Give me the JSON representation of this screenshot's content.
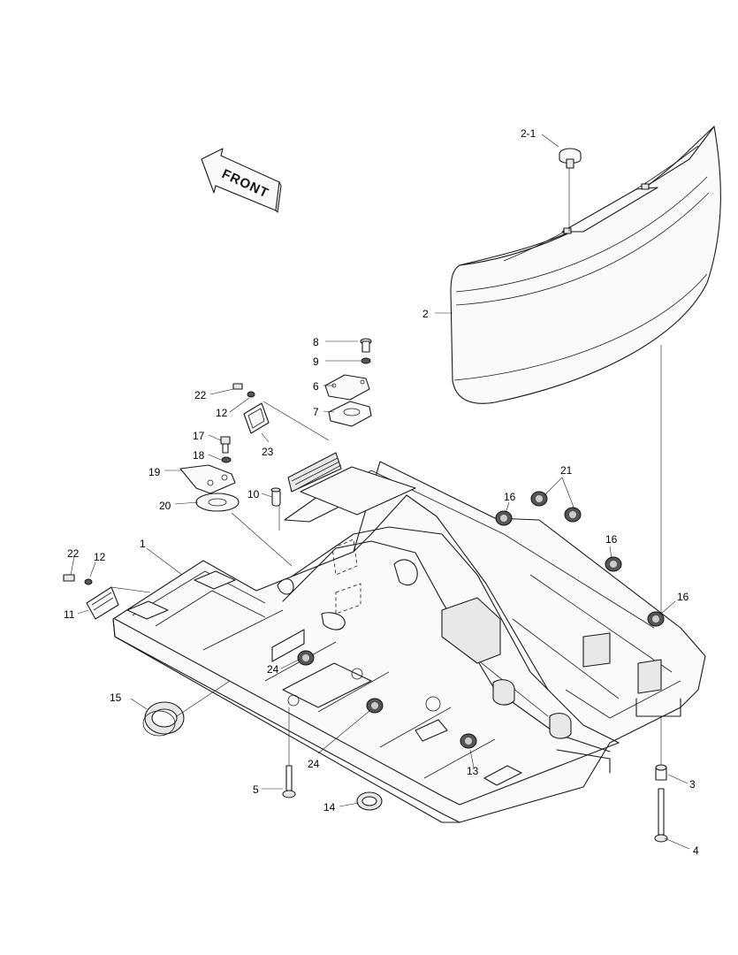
{
  "diagram": {
    "front_arrow_label": "FRONT",
    "callouts": [
      {
        "id": "c-2-1",
        "text": "2-1"
      },
      {
        "id": "c-2",
        "text": "2"
      },
      {
        "id": "c-8",
        "text": "8"
      },
      {
        "id": "c-9",
        "text": "9"
      },
      {
        "id": "c-6",
        "text": "6"
      },
      {
        "id": "c-7",
        "text": "7"
      },
      {
        "id": "c-22a",
        "text": "22"
      },
      {
        "id": "c-12a",
        "text": "12"
      },
      {
        "id": "c-23",
        "text": "23"
      },
      {
        "id": "c-17",
        "text": "17"
      },
      {
        "id": "c-18",
        "text": "18"
      },
      {
        "id": "c-19",
        "text": "19"
      },
      {
        "id": "c-20",
        "text": "20"
      },
      {
        "id": "c-10",
        "text": "10"
      },
      {
        "id": "c-21",
        "text": "21"
      },
      {
        "id": "c-16a",
        "text": "16"
      },
      {
        "id": "c-16b",
        "text": "16"
      },
      {
        "id": "c-16c",
        "text": "16"
      },
      {
        "id": "c-1",
        "text": "1"
      },
      {
        "id": "c-22b",
        "text": "22"
      },
      {
        "id": "c-12b",
        "text": "12"
      },
      {
        "id": "c-11",
        "text": "11"
      },
      {
        "id": "c-24a",
        "text": "24"
      },
      {
        "id": "c-15",
        "text": "15"
      },
      {
        "id": "c-24b",
        "text": "24"
      },
      {
        "id": "c-13",
        "text": "13"
      },
      {
        "id": "c-5",
        "text": "5"
      },
      {
        "id": "c-14",
        "text": "14"
      },
      {
        "id": "c-3",
        "text": "3"
      },
      {
        "id": "c-4",
        "text": "4"
      }
    ]
  }
}
